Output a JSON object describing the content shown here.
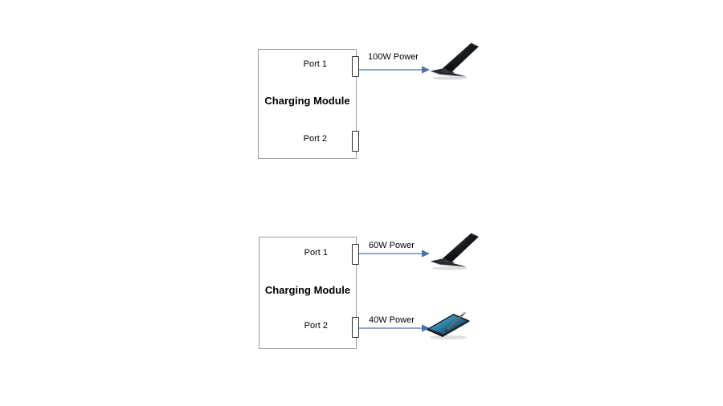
{
  "page": {
    "background_color": "#ffffff",
    "accent_color": "#6e89b5",
    "box_border_color": "#9c9c9c",
    "port_border_color": "#2f2f2f",
    "text_color": "#000000"
  },
  "diagrams": [
    {
      "id": "single-port-100w",
      "module": {
        "title": "Charging Module"
      },
      "ports": [
        {
          "label": "Port 1",
          "connected": true
        },
        {
          "label": "Port 2",
          "connected": false
        }
      ],
      "connections": [
        {
          "from_port": "Port 1",
          "label": "100W Power",
          "device": "laptop",
          "device_name": "laptop-device-icon"
        }
      ]
    },
    {
      "id": "dual-port-60w-40w",
      "module": {
        "title": "Charging Module"
      },
      "ports": [
        {
          "label": "Port 1",
          "connected": true
        },
        {
          "label": "Port 2",
          "connected": true
        }
      ],
      "connections": [
        {
          "from_port": "Port 1",
          "label": "60W Power",
          "device": "laptop",
          "device_name": "laptop-device-icon"
        },
        {
          "from_port": "Port 2",
          "label": "40W Power",
          "device": "tablet",
          "device_name": "tablet-stylus-device-icon"
        }
      ]
    }
  ]
}
